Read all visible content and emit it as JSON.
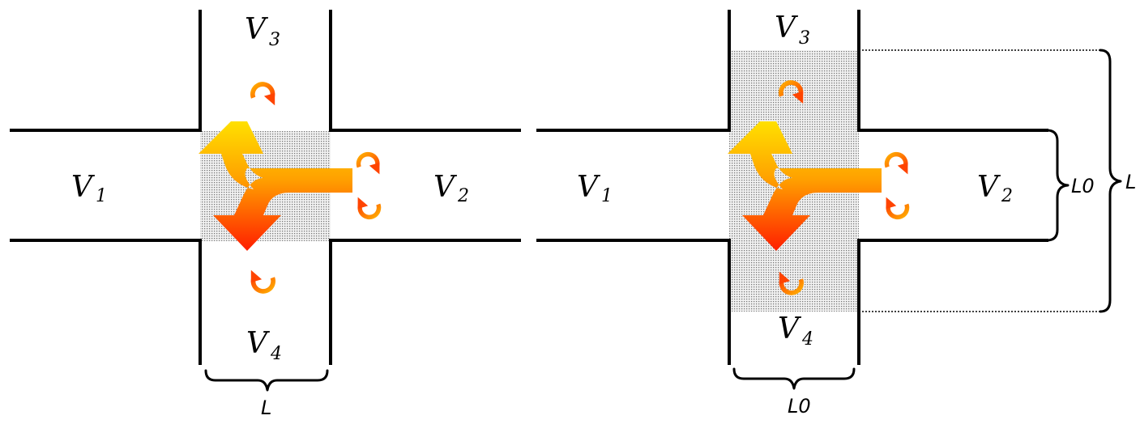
{
  "panels": [
    {
      "v1": "V",
      "v1_sub": "1",
      "v2": "V",
      "v2_sub": "2",
      "v3": "V",
      "v3_sub": "3",
      "v4": "V",
      "v4_sub": "4",
      "bottom_label": "L"
    },
    {
      "v1": "V",
      "v1_sub": "1",
      "v2": "V",
      "v2_sub": "2",
      "v3": "V",
      "v3_sub": "3",
      "v4": "V",
      "v4_sub": "4",
      "bottom_label": "L",
      "bottom_label_sub": "0",
      "side_label_inner": "L",
      "side_label_inner_sub": "0",
      "side_label_outer": "L"
    }
  ],
  "colors": {
    "arrow_top": "#ffd200",
    "arrow_bottom": "#ff2a00",
    "swirl": "#ff6a00",
    "hatch": "#8a8a8a"
  }
}
